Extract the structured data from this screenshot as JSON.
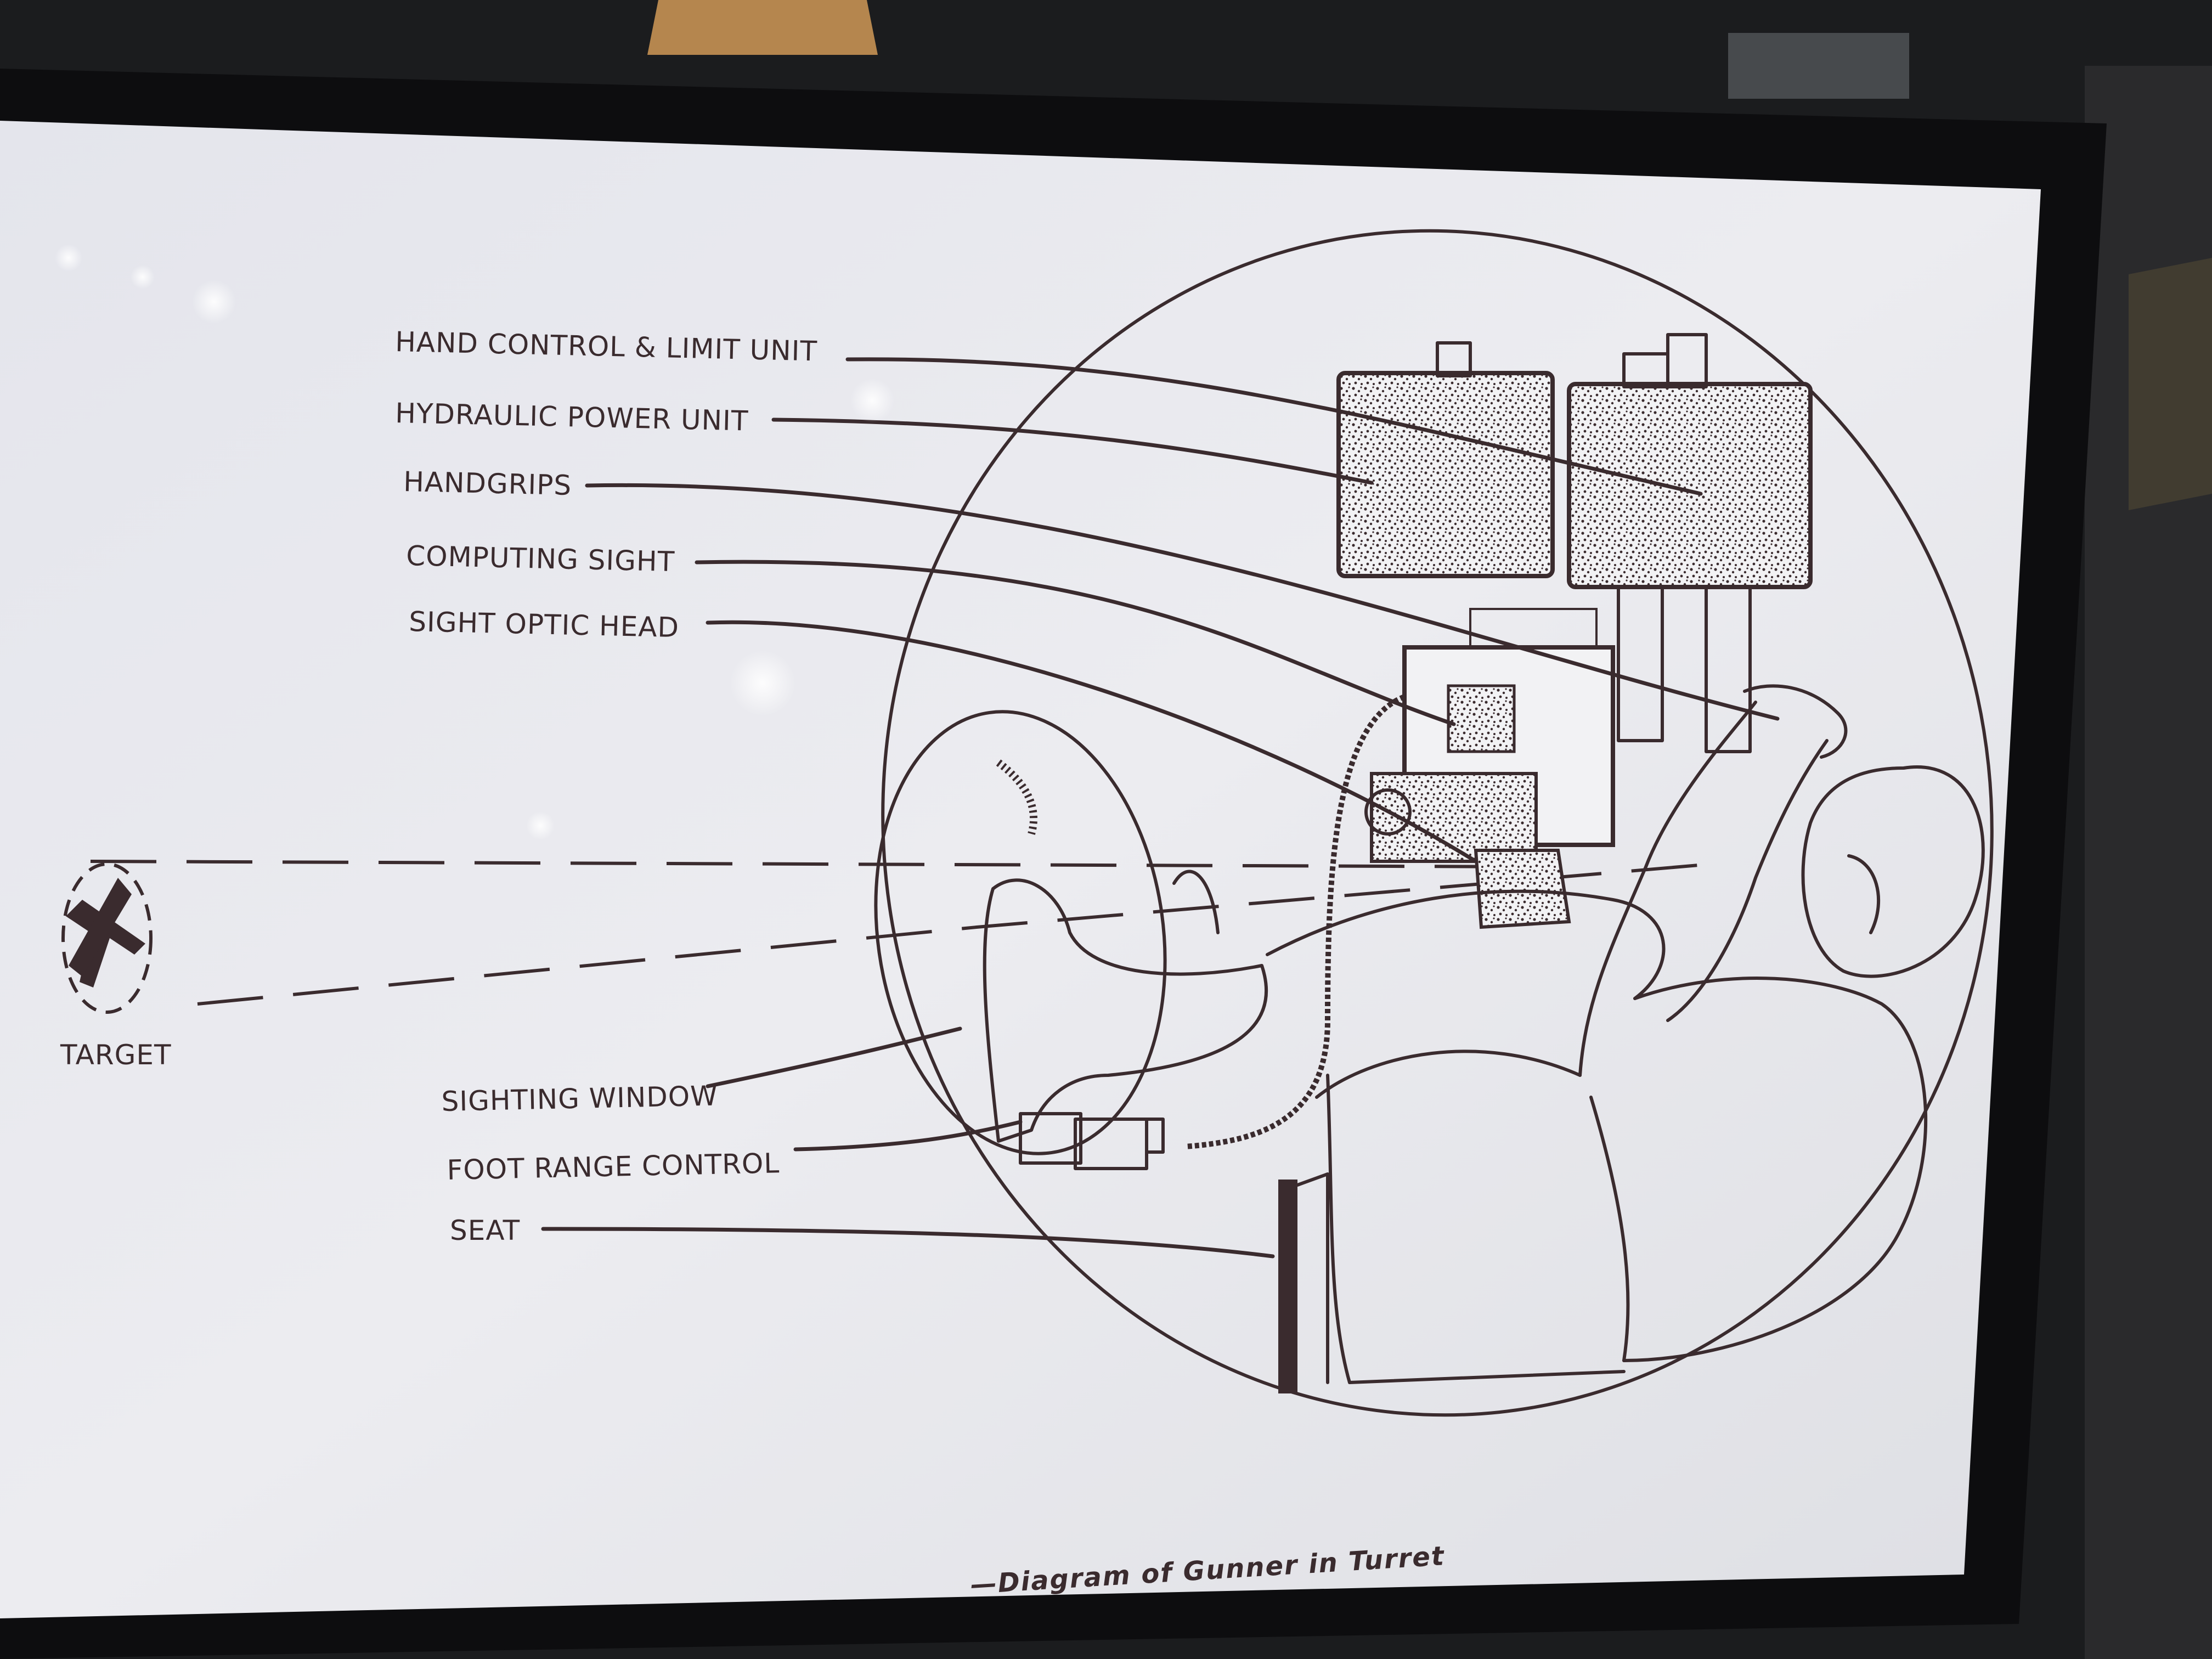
{
  "diagram": {
    "caption": "—Diagram of Gunner in Turret",
    "target_label": "TARGET",
    "callouts": [
      {
        "id": "hand-control",
        "label": "HAND CONTROL & LIMIT UNIT"
      },
      {
        "id": "hydraulic",
        "label": "HYDRAULIC POWER UNIT"
      },
      {
        "id": "handgrips",
        "label": "HANDGRIPS"
      },
      {
        "id": "computing-sight",
        "label": "COMPUTING SIGHT"
      },
      {
        "id": "sight-optic",
        "label": "SIGHT OPTIC HEAD"
      },
      {
        "id": "sighting-window",
        "label": "SIGHTING WINDOW"
      },
      {
        "id": "foot-range",
        "label": "FOOT RANGE CONTROL"
      },
      {
        "id": "seat",
        "label": "SEAT"
      }
    ]
  },
  "colors": {
    "ink": "#3a2b2e",
    "paper": "#e9e9ee",
    "frame": "#0d0d0f",
    "background": "#1b1c1e"
  }
}
